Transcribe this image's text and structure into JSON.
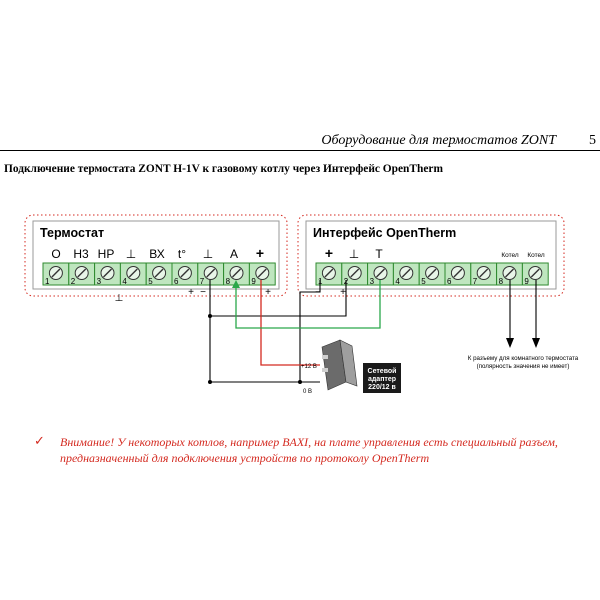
{
  "header": {
    "title": "Оборудование для термостатов ZONT",
    "page_number": "5"
  },
  "section_heading": "Подключение термостата ZONT H-1V к газовому котлу через Интерфейс OpenTherm",
  "diagram": {
    "thermostat": {
      "title": "Термостат",
      "terminal_labels": [
        "О",
        "Н3",
        "НР",
        "⊥",
        "ВХ",
        "t°",
        "⊥",
        "А",
        "+"
      ],
      "terminal_numbers": [
        "1",
        "2",
        "3",
        "4",
        "5",
        "6",
        "7",
        "8",
        "9"
      ]
    },
    "interface": {
      "title": "Интерфейс OpenTherm",
      "terminal_labels": [
        "+",
        "⊥",
        "Т"
      ],
      "boiler_labels": [
        "Котел",
        "Котел"
      ],
      "terminal_numbers": [
        "1",
        "2",
        "3",
        "4",
        "5",
        "6",
        "7",
        "8",
        "9"
      ]
    },
    "polarity": {
      "t4_minus": "⊥",
      "t7_plus": "+",
      "t7_minus": "−",
      "t9_plus": "+",
      "int1_minus": "−",
      "int2_plus": "+"
    },
    "adapter": {
      "label_line1": "Сетевой",
      "label_line2": "адаптер",
      "label_line3": "220/12 в",
      "plus_label": "+12 В",
      "zero_label": "0 В"
    },
    "room_connector_line1": "К разъему для комнатного термостата",
    "room_connector_line2": "(полярность значения не имеет)",
    "colors": {
      "red_wire": "#d42a20",
      "green_wire": "#2aa84a",
      "black_wire": "#000000",
      "terminal_fill": "#bfe6bf",
      "terminal_border": "#2f8a2f",
      "dotted_border": "#d42a20"
    }
  },
  "note": {
    "check_icon": "checkmark-icon",
    "text_line1": "Внимание!  У некоторых котлов, например BAXI, на плате управления есть специальный разъем,",
    "text_line2": "предназначенный для подключения устройств по протоколу OpenTherm"
  }
}
